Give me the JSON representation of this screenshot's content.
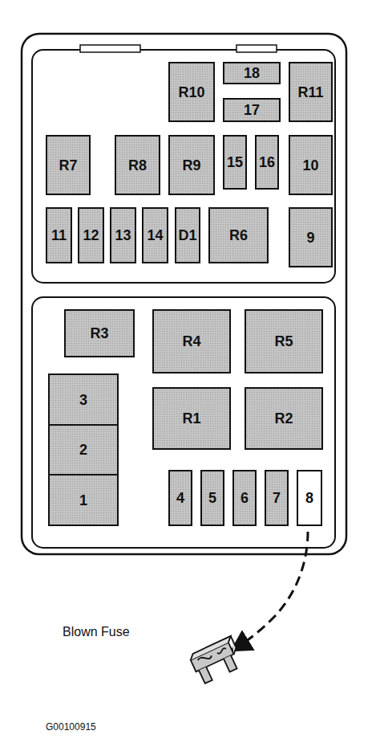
{
  "diagram": {
    "nodes": [
      {
        "text": [
          "R10"
        ]
      },
      {
        "text": [
          "18"
        ]
      },
      {
        "text": [
          "17"
        ]
      },
      {
        "text": [
          "R11"
        ]
      },
      {
        "text": [
          "R7"
        ]
      },
      {
        "text": [
          "R8"
        ]
      },
      {
        "text": [
          "R9"
        ]
      },
      {
        "text": [
          "15"
        ]
      },
      {
        "text": [
          "16"
        ]
      },
      {
        "text": [
          "10"
        ]
      },
      {
        "text": [
          "11"
        ]
      },
      {
        "text": [
          "12"
        ]
      },
      {
        "text": [
          "13"
        ]
      },
      {
        "text": [
          "14"
        ]
      },
      {
        "text": [
          "D1"
        ]
      },
      {
        "text": [
          "R6"
        ]
      },
      {
        "text": [
          "9"
        ]
      },
      {
        "text": [
          "R3"
        ]
      },
      {
        "text": [
          "R4"
        ]
      },
      {
        "text": [
          "R5"
        ]
      },
      {
        "text": [
          "3"
        ]
      },
      {
        "text": [
          "R1"
        ]
      },
      {
        "text": [
          "R2"
        ]
      },
      {
        "text": [
          "2"
        ]
      },
      {
        "text": [
          "1"
        ]
      },
      {
        "text": [
          "4"
        ]
      },
      {
        "text": [
          "5"
        ]
      },
      {
        "text": [
          "6"
        ]
      },
      {
        "text": [
          "7"
        ]
      },
      {
        "text": [
          "8"
        ]
      }
    ],
    "labels": [
      "Blown Fuse",
      "G00100915"
    ]
  }
}
